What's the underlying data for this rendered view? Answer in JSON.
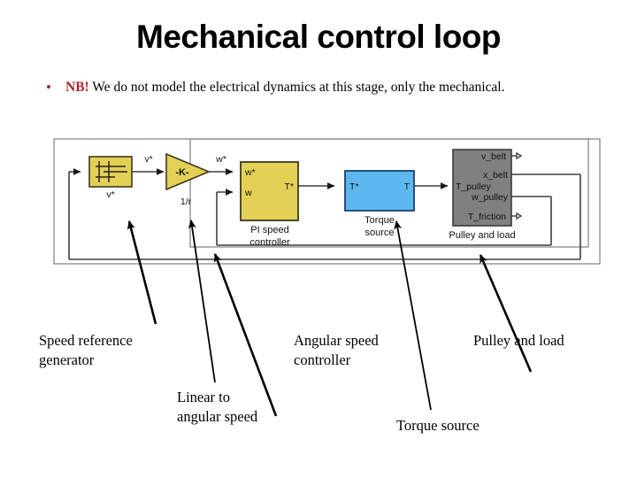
{
  "slide": {
    "title": "Mechanical control loop",
    "bullet": {
      "marker": "•",
      "emphasis": "NB!",
      "text": " We do not model the electrical dynamics at this stage, only the mechanical."
    }
  },
  "colors": {
    "yellow_block": "#e3d055",
    "yellow_block_border": "#3a3a20",
    "blue_block": "#5cb8ef",
    "blue_block_border": "#1d3f6e",
    "gray_block": "#808080",
    "gray_block_border": "#3a3a3a",
    "wire": "#4a4a4a",
    "frame": "#808080",
    "emphasis_red": "#a8242a",
    "text": "#000000"
  },
  "diagram": {
    "type": "block-diagram",
    "blocks": [
      {
        "id": "speed-reference-source",
        "label_below": "v*",
        "icon": "step-waveform-icon",
        "fill": "yellow",
        "ports_in": [],
        "ports_out": []
      },
      {
        "id": "gain-block",
        "shape": "triangle",
        "label_inside": "-K-",
        "label_below": "1/r",
        "fill": "yellow"
      },
      {
        "id": "pi-speed-controller",
        "label_below": "PI speed\ncontroller",
        "fill": "yellow",
        "ports_in": [
          "w*",
          "w"
        ],
        "ports_out": [
          "T*"
        ]
      },
      {
        "id": "torque-source",
        "label_below": "Torque\nsource",
        "fill": "blue",
        "ports_in": [
          "T*"
        ],
        "ports_out": [
          "T"
        ]
      },
      {
        "id": "pulley-and-load",
        "label_below": "Pulley and load",
        "fill": "gray",
        "ports_in": [
          "T_pulley"
        ],
        "ports_out": [
          "v_belt",
          "x_belt",
          "w_pulley",
          "T_friction"
        ]
      }
    ],
    "signal_labels": [
      {
        "id": "sig-vstar-1",
        "text": "v*"
      },
      {
        "id": "sig-wstar",
        "text": "w*"
      }
    ]
  },
  "callouts": [
    {
      "id": "speed-reference-generator",
      "text": "Speed reference\ngenerator"
    },
    {
      "id": "linear-to-angular-speed",
      "text": "Linear to\nangular speed"
    },
    {
      "id": "angular-speed-controller",
      "text": "Angular speed\ncontroller"
    },
    {
      "id": "torque-source",
      "text": "Torque source"
    },
    {
      "id": "pulley-and-load",
      "text": "Pulley and load"
    }
  ]
}
